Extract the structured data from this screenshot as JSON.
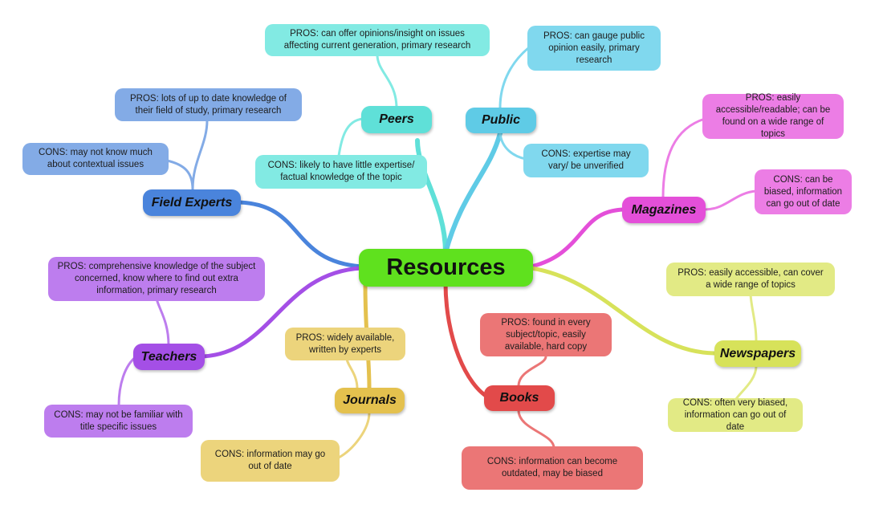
{
  "central": {
    "label": "Resources",
    "color": "#5fe11e"
  },
  "branches": {
    "peers": {
      "label": "Peers",
      "color": "#5fe0d8",
      "leaf_color": "#82eae3",
      "pros": "PROS: can offer opinions/insight on issues affecting current generation, primary research",
      "cons": "CONS: likely to have little expertise/ factual knowledge of the topic"
    },
    "public": {
      "label": "Public",
      "color": "#5fcbe6",
      "leaf_color": "#80d8ee",
      "pros": "PROS: can gauge public opinion easily, primary research",
      "cons": "CONS: expertise may vary/ be unverified"
    },
    "field_experts": {
      "label": "Field Experts",
      "color": "#4a84dc",
      "leaf_color": "#83abe6",
      "pros": "PROS: lots of up to date knowledge of their field of study, primary research",
      "cons": "CONS: may not know much about contextual issues"
    },
    "magazines": {
      "label": "Magazines",
      "color": "#e44fd9",
      "leaf_color": "#ec7de5",
      "pros": "PROS: easily accessible/readable; can be found on a wide range of topics",
      "cons": "CONS: can be biased, information can go out of date"
    },
    "teachers": {
      "label": "Teachers",
      "color": "#a44fe6",
      "leaf_color": "#bd7dee",
      "pros": "PROS: comprehensive knowledge of the subject concerned, know where to find out extra information, primary research",
      "cons": "CONS: may not be familiar with title specific issues"
    },
    "newspapers": {
      "label": "Newspapers",
      "color": "#d7e25a",
      "leaf_color": "#e2ea85",
      "pros": "PROS: easily accessible, can cover a wide range of topics",
      "cons": "CONS: often very biased, information can go out of date"
    },
    "journals": {
      "label": "Journals",
      "color": "#e4c14e",
      "leaf_color": "#ecd47c",
      "pros": "PROS: widely available, written by experts",
      "cons": "CONS: information may go out of date"
    },
    "books": {
      "label": "Books",
      "color": "#e24a4a",
      "leaf_color": "#eb7676",
      "pros": "PROS: found in every subject/topic, easily available, hard copy",
      "cons": "CONS: information can become outdated, may be biased"
    }
  }
}
